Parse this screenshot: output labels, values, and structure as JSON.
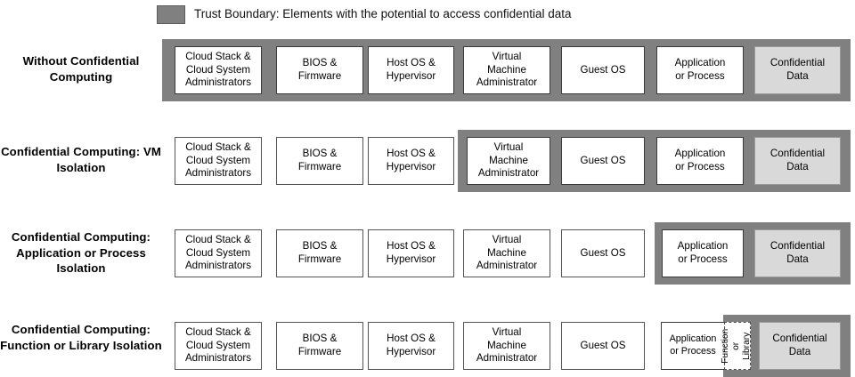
{
  "legend": {
    "swatch_name": "trust-boundary-swatch",
    "swatch_color": "#808080",
    "text": "Trust Boundary: Elements with the potential to access confidential data"
  },
  "palette": {
    "boundary_gray": "#808080",
    "confidential_fill": "#d9d9d9",
    "box_fill": "#ffffff",
    "box_stroke": "#3b3b3b",
    "text": "#000000"
  },
  "columns": [
    "Cloud Stack &\nCloud System\nAdministrators",
    "BIOS &\nFirmware",
    "Host OS &\nHypervisor",
    "Virtual\nMachine\nAdministrator",
    "Guest OS",
    "Application\nor Process",
    "Confidential\nData"
  ],
  "rows": [
    {
      "label": "Without\nConfidential Computing",
      "boundary_starts_at_column": 0,
      "cells": [
        "Cloud Stack &\nCloud System\nAdministrators",
        "BIOS &\nFirmware",
        "Host OS &\nHypervisor",
        "Virtual\nMachine\nAdministrator",
        "Guest OS",
        "Application\nor Process",
        "Confidential\nData"
      ]
    },
    {
      "label": "Confidential Computing:\nVM Isolation",
      "boundary_starts_at_column": 3,
      "cells": [
        "Cloud Stack &\nCloud System\nAdministrators",
        "BIOS &\nFirmware",
        "Host OS &\nHypervisor",
        "Virtual\nMachine\nAdministrator",
        "Guest OS",
        "Application\nor Process",
        "Confidential\nData"
      ]
    },
    {
      "label": "Confidential Computing:\nApplication or Process\nIsolation",
      "boundary_starts_at_column": 5,
      "cells": [
        "Cloud Stack &\nCloud System\nAdministrators",
        "BIOS &\nFirmware",
        "Host OS &\nHypervisor",
        "Virtual\nMachine\nAdministrator",
        "Guest OS",
        "Application\nor Process",
        "Confidential\nData"
      ]
    },
    {
      "label": "Confidential Computing:\nFunction or Library\nIsolation",
      "boundary_starts_at_column": 6,
      "extra_cell": "Function\nor Library",
      "cells": [
        "Cloud Stack &\nCloud System\nAdministrators",
        "BIOS &\nFirmware",
        "Host OS &\nHypervisor",
        "Virtual\nMachine\nAdministrator",
        "Guest OS",
        "Application\nor Process",
        "Confidential\nData"
      ]
    }
  ]
}
